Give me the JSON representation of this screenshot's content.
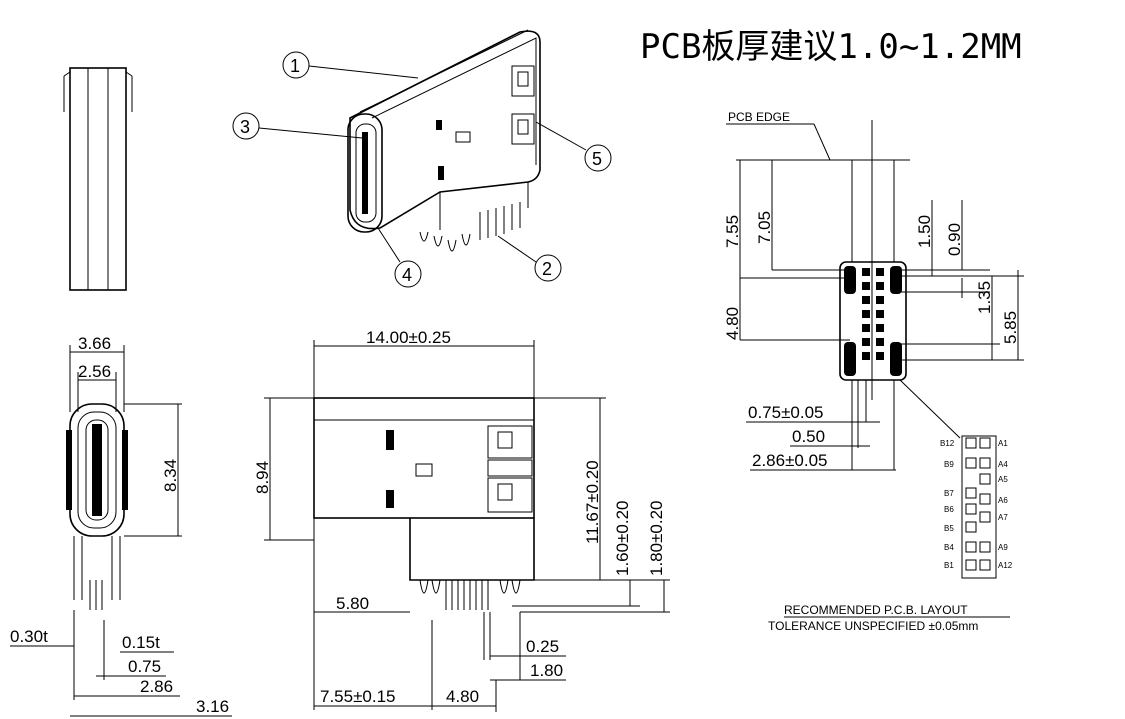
{
  "title": "PCB板厚建议1.0~1.2MM",
  "callouts": [
    "1",
    "2",
    "3",
    "4",
    "5"
  ],
  "side_view": {
    "width_outer": "3.66",
    "width_inner": "2.56",
    "height": "8.34",
    "dim_030t": "0.30t",
    "dim_015t": "0.15t",
    "dim_075": "0.75",
    "dim_286": "2.86",
    "dim_316": "3.16"
  },
  "front_view": {
    "length": "14.00±0.25",
    "height": "8.94",
    "dim_1167": "11.67±0.20",
    "dim_160": "1.60±0.20",
    "dim_180": "1.80±0.20",
    "dim_580": "5.80",
    "dim_025": "0.25",
    "dim_180b": "1.80",
    "dim_755": "7.55±0.15",
    "dim_480": "4.80"
  },
  "pcb_layout": {
    "edge_label": "PCB EDGE",
    "dim_755": "7.55",
    "dim_705": "7.05",
    "dim_150": "1.50",
    "dim_090": "0.90",
    "dim_480": "4.80",
    "dim_135": "1.35",
    "dim_585": "5.85",
    "dim_075": "0.75±0.05",
    "dim_050": "0.50",
    "dim_286": "2.86±0.05",
    "pins_left": [
      "B12",
      "B9",
      "B7",
      "B6",
      "B5",
      "B4",
      "B1"
    ],
    "pins_right": [
      "A1",
      "A4",
      "A5",
      "A6",
      "A7",
      "A9",
      "A12"
    ],
    "caption1": "RECOMMENDED   P.C.B.  LAYOUT",
    "caption2": "TOLERANCE  UNSPECIFIED  ±0.05mm"
  }
}
